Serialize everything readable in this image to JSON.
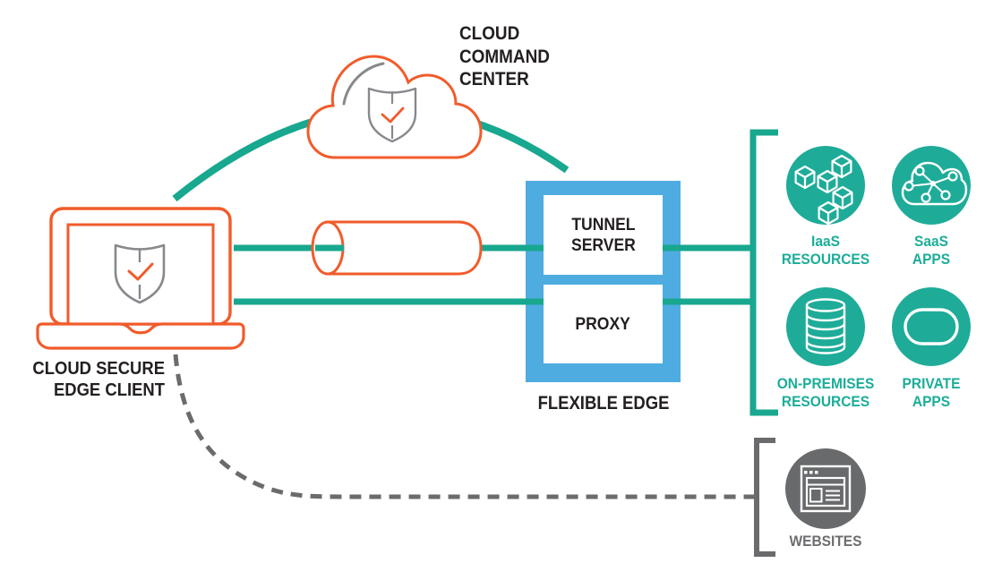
{
  "title": "Cloud Secure Edge architecture diagram",
  "labels": {
    "command_center": "CLOUD\nCOMMAND\nCENTER",
    "edge_client": "CLOUD SECURE\nEDGE CLIENT",
    "tunnel_server": "TUNNEL\nSERVER",
    "proxy": "PROXY",
    "flexible_edge": "FLEXIBLE EDGE",
    "iaas": "IaaS\nRESOURCES",
    "saas": "SaaS\nAPPS",
    "on_premises": "ON-PREMISES\nRESOURCES",
    "private_apps": "PRIVATE\nAPPS",
    "websites": "WEBSITES"
  },
  "icons": {
    "command_center": "cloud-shield-check-icon",
    "edge_client": "laptop-shield-check-icon",
    "tunnel": "cylinder-tunnel-icon",
    "iaas": "cubes-cluster-icon",
    "saas": "cloud-network-icon",
    "on_premises": "database-stack-icon",
    "private_apps": "pill-outline-icon",
    "websites": "browser-window-icon"
  },
  "colors": {
    "orange": "#F15B2B",
    "teal_line": "#18A78F",
    "teal_fill": "#1EAC99",
    "blue": "#4FACE0",
    "gray": "#6A6B6D",
    "shield_gray": "#87898C",
    "text_black": "#231F20",
    "icon_white": "#FFFFFF"
  }
}
